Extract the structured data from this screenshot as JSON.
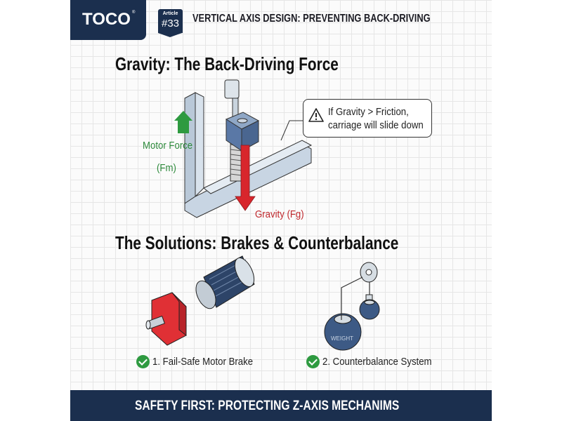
{
  "brand": {
    "logo": "TOCO",
    "registered": "®"
  },
  "badge": {
    "label": "Article",
    "number": "#33"
  },
  "header": {
    "title": "VERTICAL AXIS DESIGN: PREVENTING BACK-DRIVING"
  },
  "section1": {
    "title": "Gravity: The Back-Driving Force",
    "callout": {
      "line1": "If Gravity > Friction,",
      "line2": "carriage will slide down"
    },
    "motor_force": {
      "label": "Motor Force",
      "symbol": "(Fm)"
    },
    "gravity": {
      "label": "Gravity (Fg)"
    }
  },
  "section2": {
    "title": "The Solutions:  Brakes & Counterbalance",
    "weight_label": "WEIGHT",
    "solutions": [
      {
        "label": "1. Fail-Safe Motor Brake"
      },
      {
        "label": "2. Counterbalance System"
      }
    ]
  },
  "footer": {
    "text": "SAFETY FIRST: PROTECTING Z-AXIS MECHANIMS"
  },
  "colors": {
    "navy": "#1b2f4e",
    "green": "#2e8a3c",
    "red": "#c0282d",
    "steel": "#5a78a6"
  }
}
